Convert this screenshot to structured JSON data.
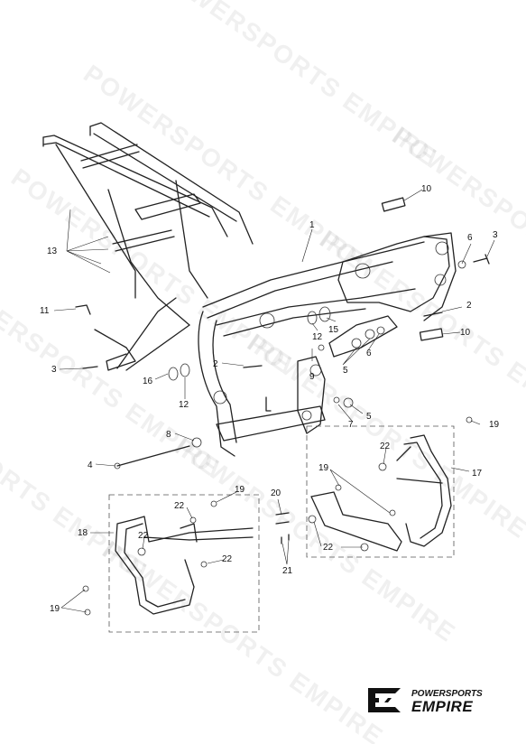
{
  "watermark": {
    "text": "POWERSPORTS EMPIRE"
  },
  "brand": {
    "line1": "POWERSPORTS",
    "line2": "EMPIRE"
  },
  "callouts": [
    "1",
    "2",
    "2",
    "3",
    "3",
    "4",
    "5",
    "5",
    "6",
    "6",
    "7",
    "8",
    "9",
    "10",
    "10",
    "11",
    "12",
    "12",
    "13",
    "15",
    "16",
    "17",
    "18",
    "19",
    "19",
    "19",
    "19",
    "20",
    "21",
    "22",
    "22",
    "22",
    "22",
    "22"
  ]
}
